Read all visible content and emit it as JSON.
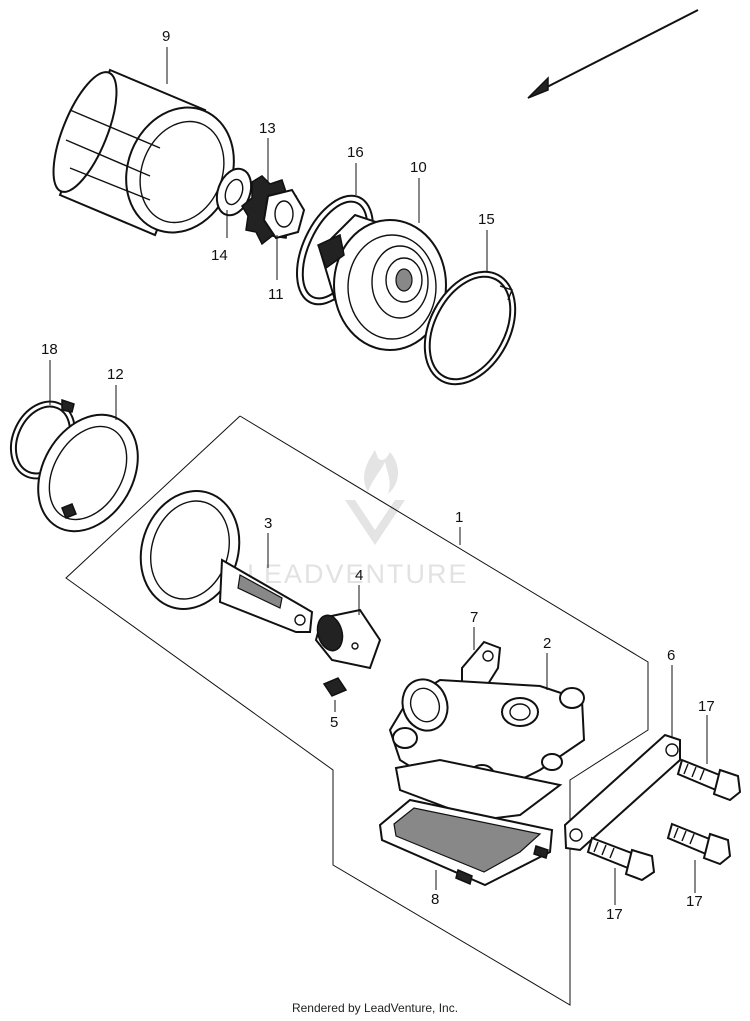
{
  "watermark": {
    "brand": "LEADVENTURE"
  },
  "callouts": {
    "c1": "1",
    "c2": "2",
    "c3": "3",
    "c4": "4",
    "c5": "5",
    "c6": "6",
    "c7": "7",
    "c8": "8",
    "c9": "9",
    "c10": "10",
    "c11": "11",
    "c12": "12",
    "c13": "13",
    "c14": "14",
    "c15": "15",
    "c16": "16",
    "c17a": "17",
    "c17b": "17",
    "c17c": "17",
    "c18": "18"
  },
  "footer": {
    "text": "Rendered by LeadVenture, Inc."
  }
}
